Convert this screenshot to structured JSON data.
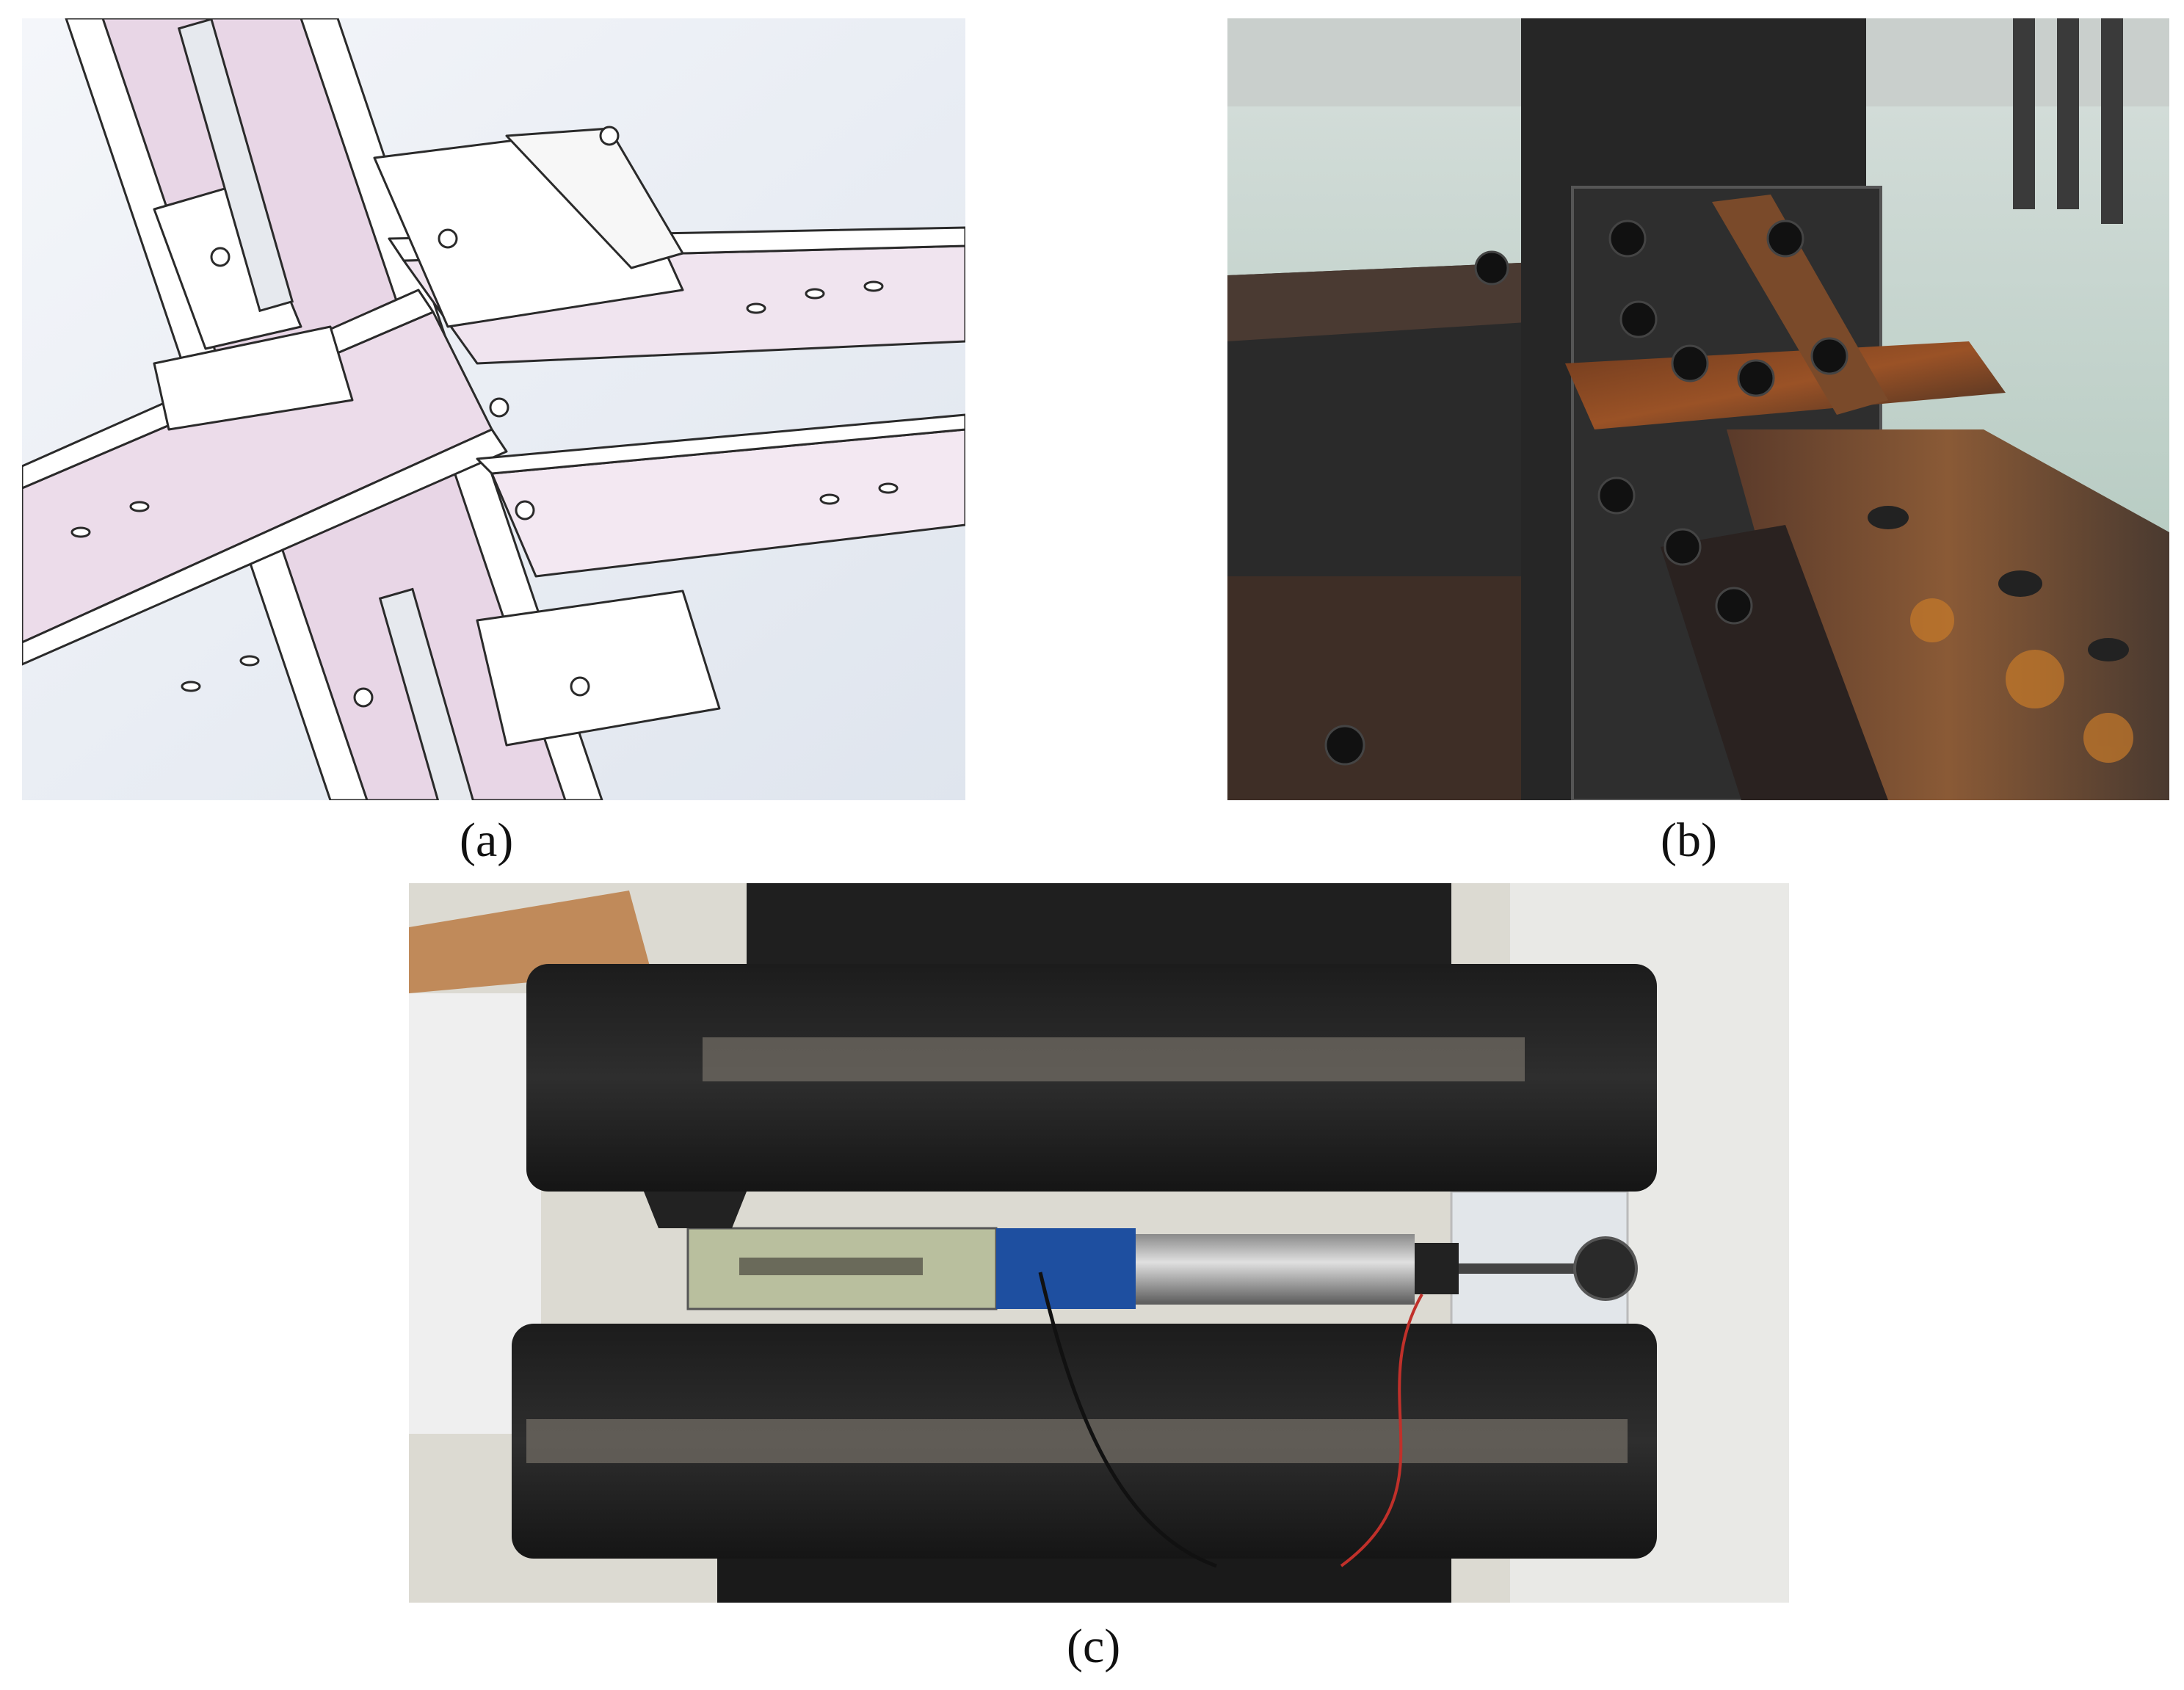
{
  "figure": {
    "panels": [
      {
        "id": "a",
        "label": "(a)",
        "content": "cad-model"
      },
      {
        "id": "b",
        "label": "(b)",
        "content": "photo-joint"
      },
      {
        "id": "c",
        "label": "(c)",
        "content": "photo-displacement-sensor"
      }
    ]
  },
  "colors": {
    "cad_face_pink": "#ecdcea",
    "cad_face_white": "#ffffff",
    "cad_background": "#eef1f6",
    "cad_edge": "#2a2a2a",
    "steel_dark": "#262626",
    "rust": "#8a4a24",
    "floor_green": "#b8cfc3"
  }
}
